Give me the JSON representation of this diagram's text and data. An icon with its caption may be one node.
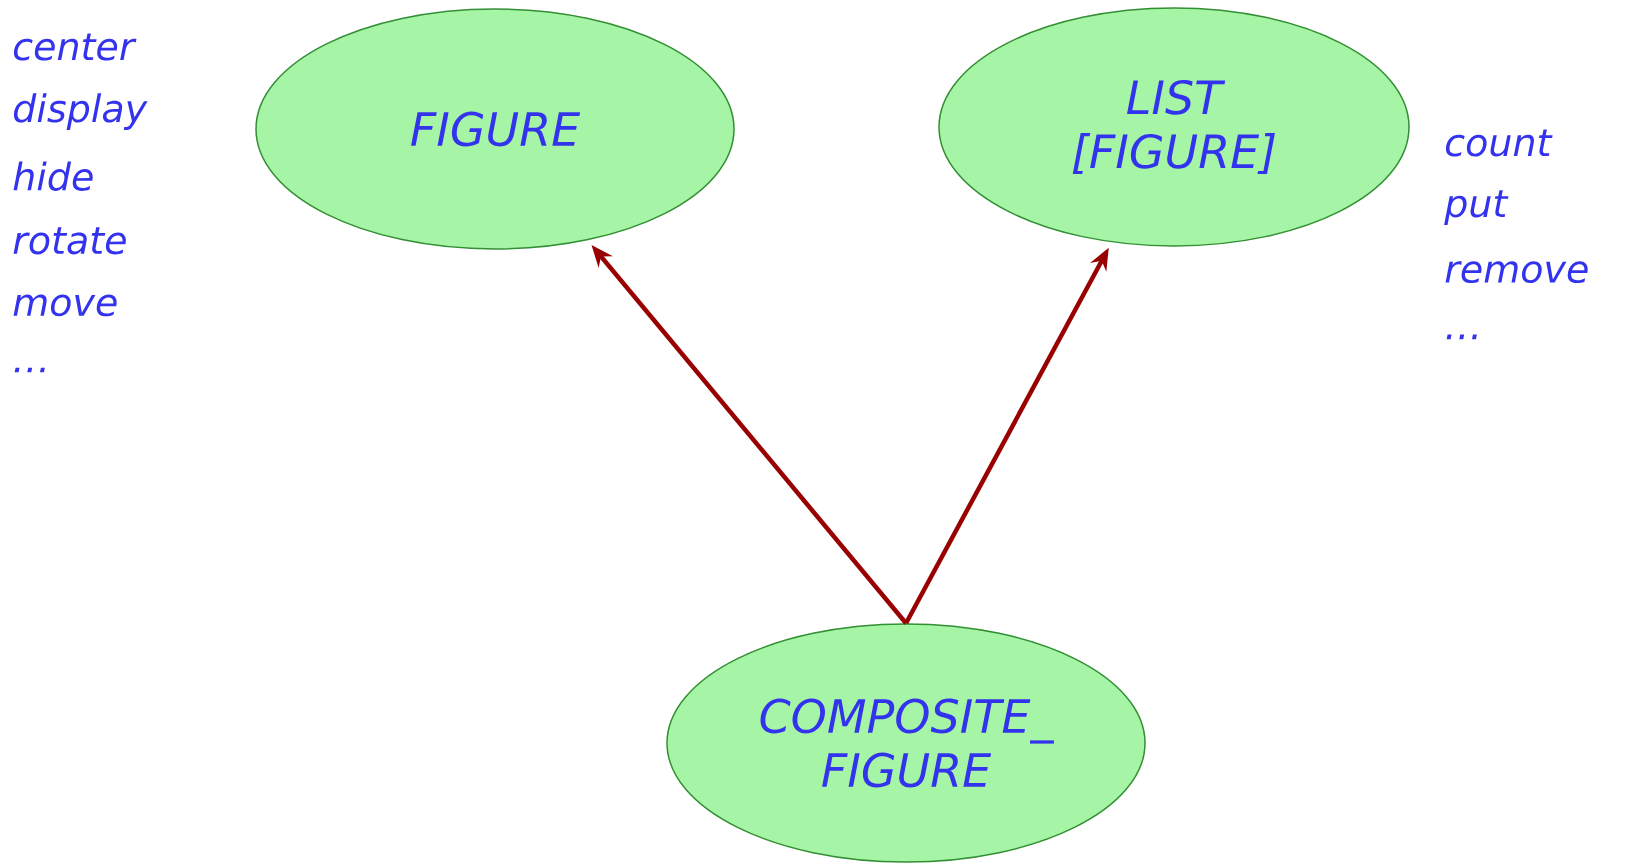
{
  "diagram": {
    "nodes": [
      {
        "text": [
          "FIGURE"
        ]
      },
      {
        "text": [
          "LIST [FIGURE]"
        ]
      },
      {
        "text": [
          "COMPOSITE_ FIGURE"
        ]
      }
    ],
    "edges": [
      {
        "from": 2,
        "to": 0,
        "arrow": "to"
      },
      {
        "from": 2,
        "to": 1,
        "arrow": "to"
      }
    ],
    "labels": [
      "center",
      "display",
      "hide",
      "rotate",
      "move",
      "…",
      "count",
      "put",
      "remove",
      "…"
    ]
  }
}
